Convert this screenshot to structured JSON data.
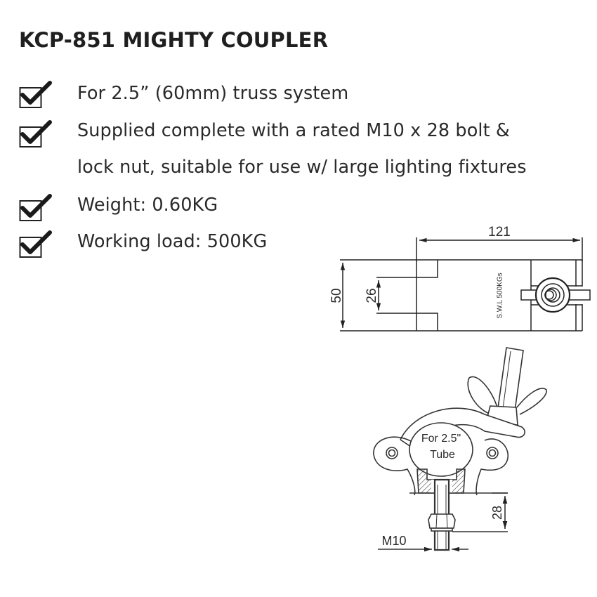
{
  "title": "KCP-851 MIGHTY COUPLER",
  "features": [
    {
      "icon": "checkbox-checked-icon",
      "lines": [
        "For 2.5” (60mm) truss system"
      ]
    },
    {
      "icon": "checkbox-checked-icon",
      "lines": [
        "Supplied complete with a rated M10 x 28 bolt &",
        "lock nut, suitable for use w/ large lighting fixtures"
      ]
    },
    {
      "icon": "checkbox-checked-icon",
      "lines": [
        "Weight: 0.60KG"
      ]
    },
    {
      "icon": "checkbox-checked-icon",
      "lines": [
        "Working load: 500KG"
      ]
    }
  ],
  "drawing": {
    "top_view": {
      "length_dim": "121",
      "height_dim": "50",
      "slot_dim": "26",
      "engraving": "S.W.L  500KGs"
    },
    "side_view": {
      "tube_label_line1": "For 2.5\"",
      "tube_label_line2": "Tube",
      "bolt_length_dim": "28",
      "bolt_size_dim": "M10"
    }
  }
}
